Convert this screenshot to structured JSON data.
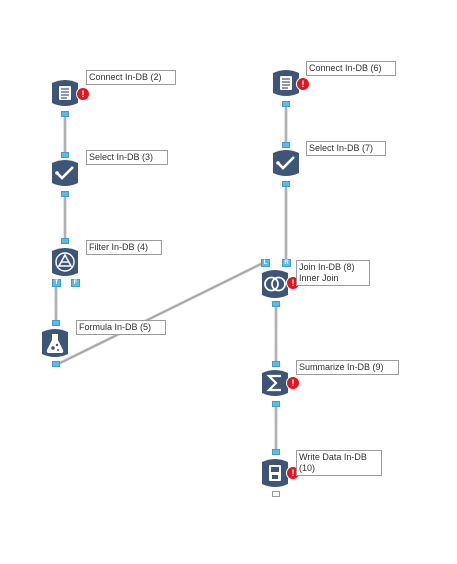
{
  "canvas": {
    "background": "#ffffff",
    "accent": "#5bbbe8",
    "tool_color": "#3e5578",
    "error_color": "#e8141c"
  },
  "tools": [
    {
      "id": "connect-2",
      "icon": "database-list-icon",
      "label": "Connect In-DB (2)",
      "error": true
    },
    {
      "id": "select-3",
      "icon": "checkmark-select-icon",
      "label": "Select In-DB (3)",
      "error": false
    },
    {
      "id": "filter-4",
      "icon": "filter-triangle-icon",
      "label": "Filter In-DB (4)",
      "error": false,
      "anchors": [
        "T",
        "F"
      ]
    },
    {
      "id": "formula-5",
      "icon": "formula-flask-icon",
      "label": "Formula In-DB (5)",
      "error": false
    },
    {
      "id": "connect-6",
      "icon": "database-list-icon",
      "label": "Connect In-DB (6)",
      "error": true
    },
    {
      "id": "select-7",
      "icon": "checkmark-select-icon",
      "label": "Select In-DB (7)",
      "error": false
    },
    {
      "id": "join-8",
      "icon": "join-circles-icon",
      "label_lines": [
        "Join In-DB (8)",
        "Inner Join"
      ],
      "error": true,
      "anchors": [
        "L",
        "R"
      ]
    },
    {
      "id": "summarize-9",
      "icon": "sigma-summarize-icon",
      "label": "Summarize In-DB (9)",
      "error": true
    },
    {
      "id": "write-10",
      "icon": "write-data-icon",
      "label_lines": [
        "Write Data In-DB",
        "(10)"
      ],
      "error": true
    }
  ],
  "error_glyph": "!"
}
